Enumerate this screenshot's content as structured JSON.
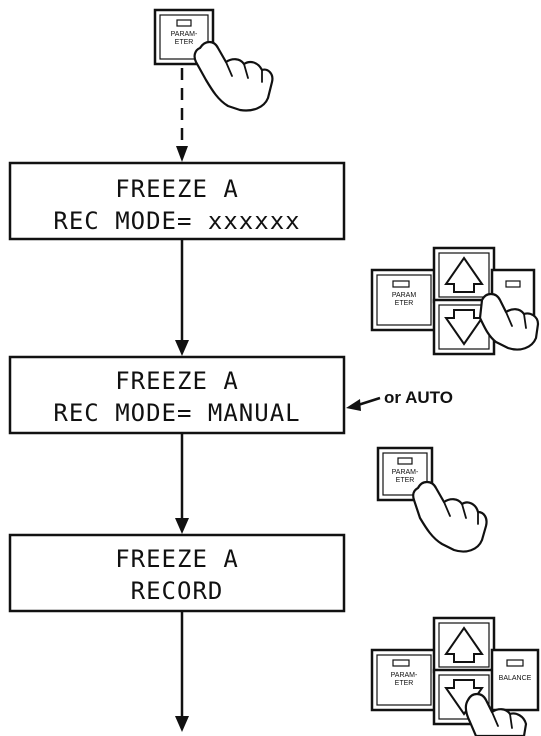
{
  "keys": {
    "parameter_top": "PARAM-\nETER",
    "parameter_right": "PARAM\nETER",
    "parameter_mid": "PARAM-\nETER",
    "parameter_bottom": "PARAM-\nETER",
    "balance": "BALANCE"
  },
  "screens": [
    {
      "line1": "FREEZE A",
      "line2": "REC MODE= xxxxxx"
    },
    {
      "line1": "FREEZE A",
      "line2": "REC MODE= MANUAL"
    },
    {
      "line1": "FREEZE A",
      "line2": "RECORD"
    }
  ],
  "annotation": {
    "or_auto": "or AUTO"
  }
}
